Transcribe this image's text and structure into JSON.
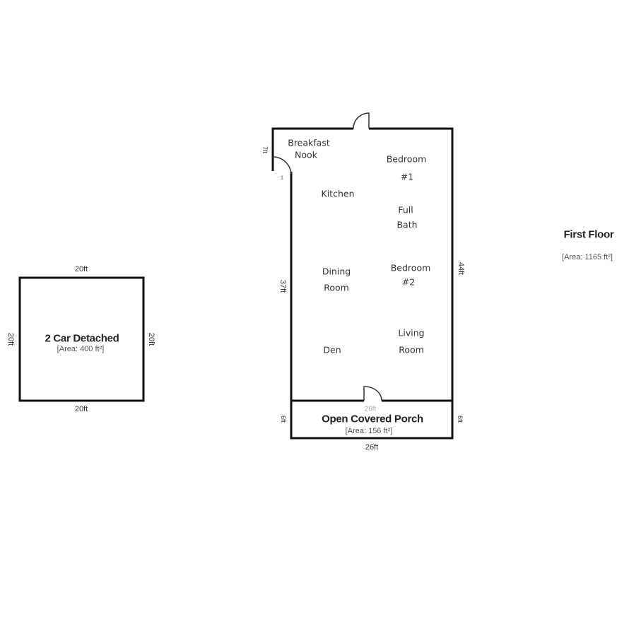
{
  "garage": {
    "title": "2 Car Detached",
    "area": "[Area: 400 ft²]",
    "top": "20ft",
    "bottom": "20ft",
    "left": "20ft",
    "right": "20ft"
  },
  "first_floor": {
    "title": "First Floor",
    "area": "[Area: 1165 ft²]",
    "left_top": "7ft",
    "left_small": "1",
    "left": "37ft",
    "right": "44ft",
    "rooms": {
      "breakfast": "Breakfast",
      "nook": "Nook",
      "kitchen": "Kitchen",
      "bedroom1": "Bedroom",
      "bedroom1_num": "#1",
      "full": "Full",
      "bath": "Bath",
      "dining": "Dining",
      "dining2": "Room",
      "bedroom2": "Bedroom",
      "bedroom2_num": "#2",
      "den": "Den",
      "living": "Living",
      "living2": "Room"
    }
  },
  "porch": {
    "title": "Open Covered Porch",
    "area": "[Area: 156 ft²]",
    "top": "26ft",
    "bottom": "26ft",
    "left": "6ft",
    "right": "6ft"
  }
}
